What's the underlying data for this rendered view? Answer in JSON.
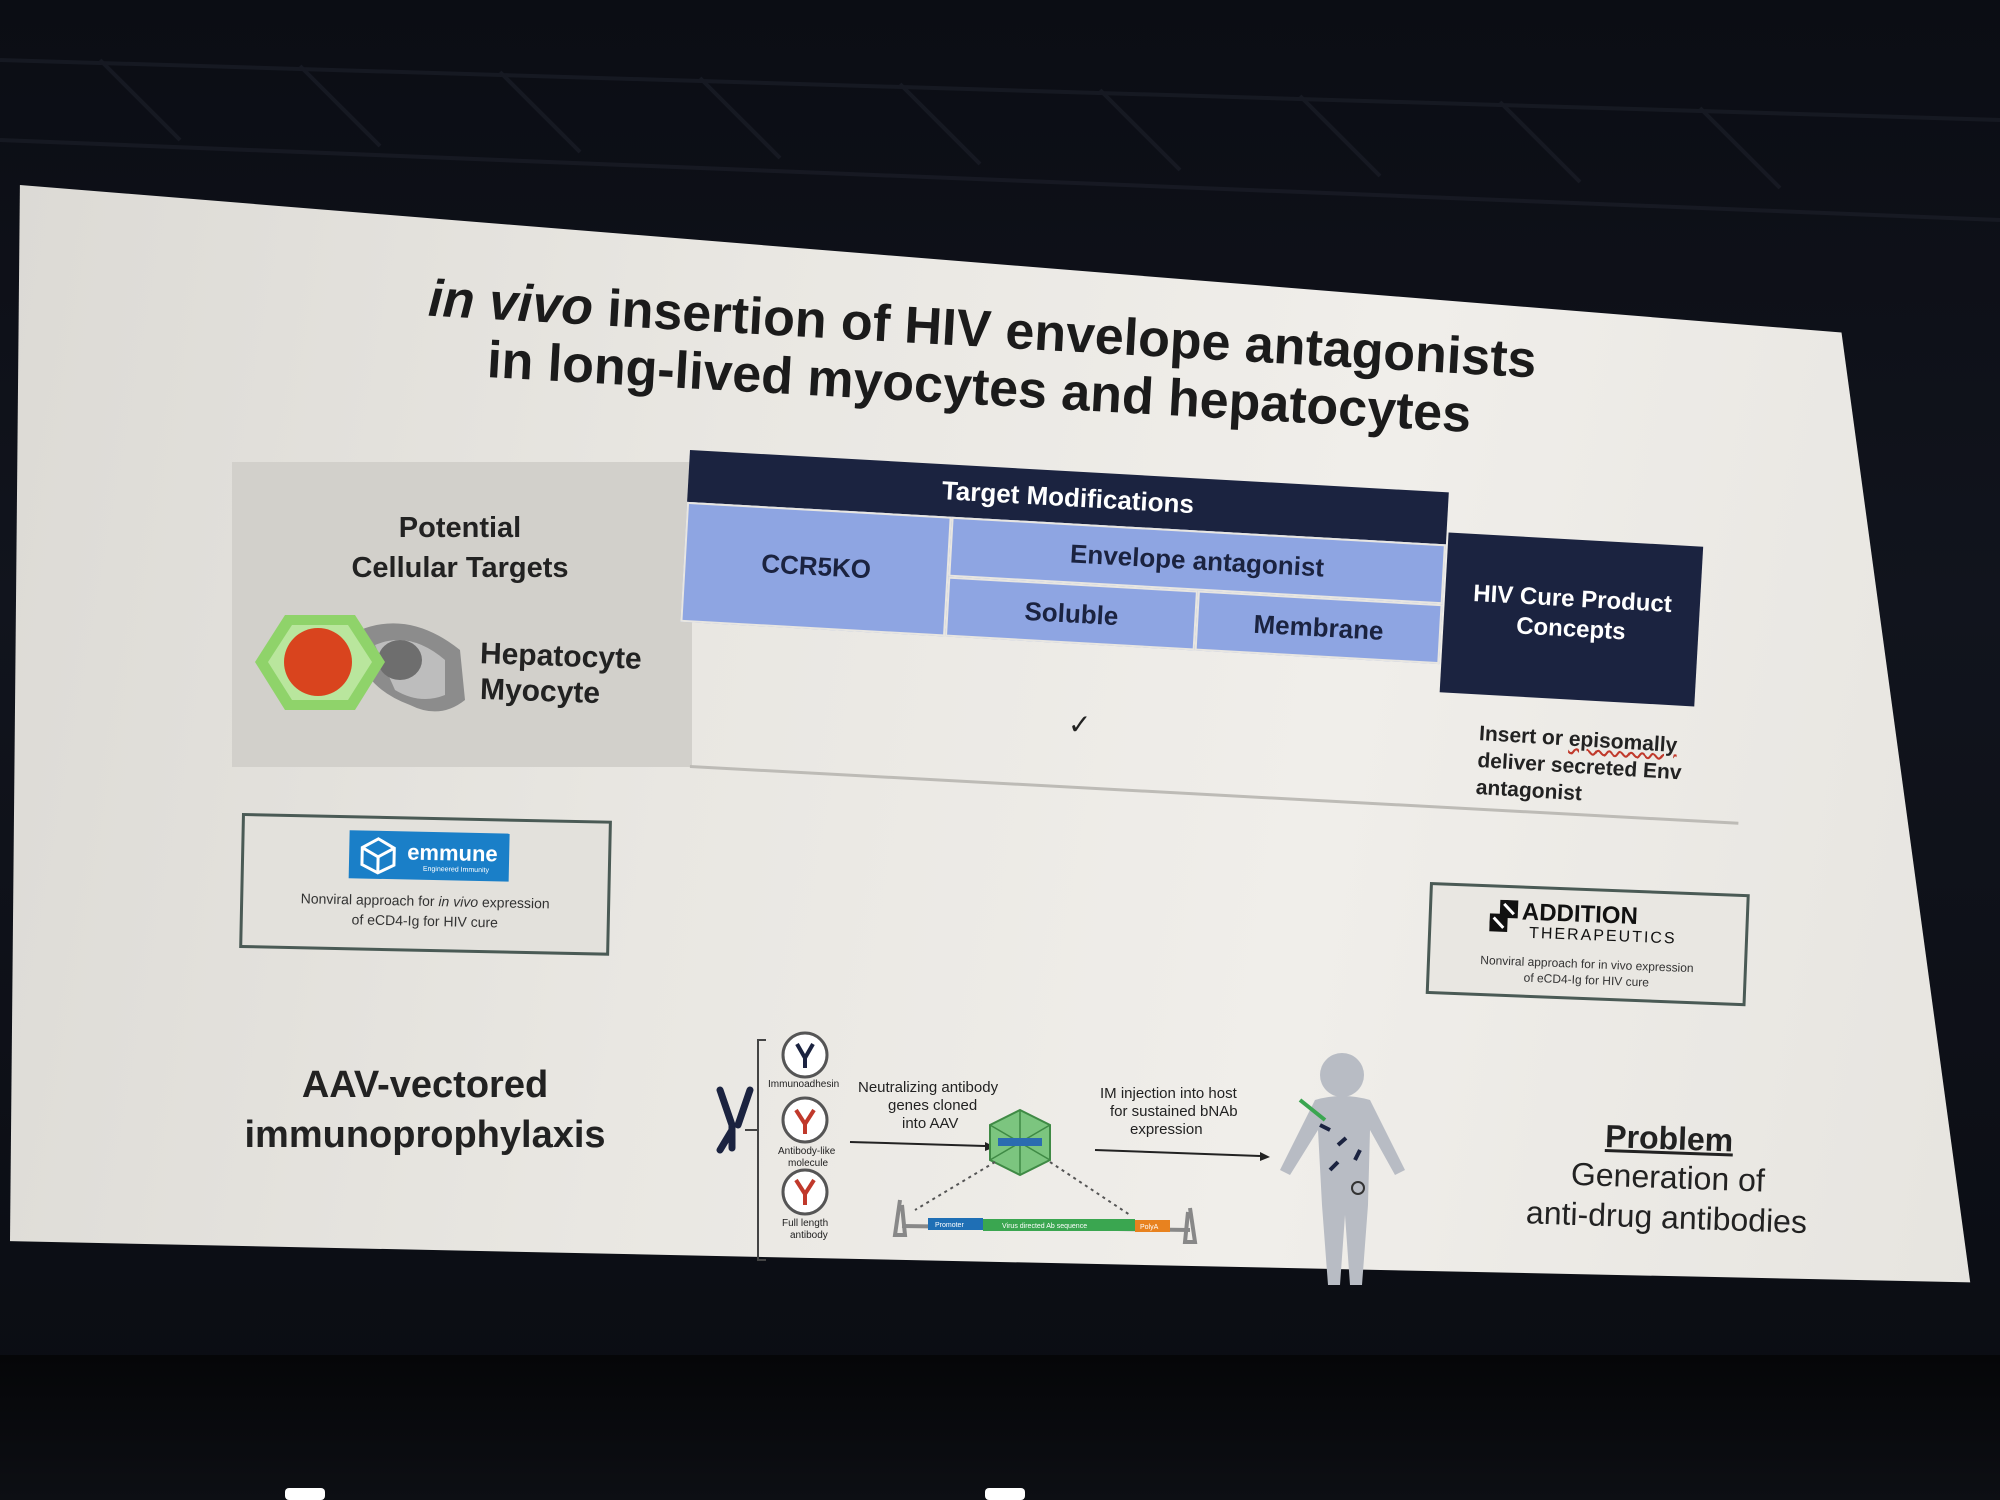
{
  "slide": {
    "title_italic": "in vivo",
    "title_rest": " insertion of HIV envelope antagonists in long-lived myocytes and hepatocytes",
    "cell_targets_heading": "Potential Cellular Targets",
    "cell_label_1": "Hepatocyte",
    "cell_label_2": "Myocyte",
    "table": {
      "target_modifications": "Target Modifications",
      "ccr5ko": "CCR5KO",
      "envelope_antagonist": "Envelope antagonist",
      "soluble": "Soluble",
      "membrane": "Membrane",
      "hiv_cure": "HIV Cure Product Concepts",
      "check": "✓",
      "insert_text_1": "Insert or ",
      "insert_text_wavy": "episomally",
      "insert_text_2": " deliver secreted Env antagonist"
    },
    "emmune": {
      "logo": "emmune",
      "logo_sub": "Engineered Immunity",
      "caption_1": "Nonviral approach for ",
      "caption_ital": "in vivo",
      "caption_2": " expression",
      "caption_3": "of eCD4-Ig for HIV cure"
    },
    "addition": {
      "name": "ADDITION",
      "sub": "THERAPEUTICS",
      "caption_1": "Nonviral approach for in vivo expression",
      "caption_2": "of eCD4-Ig for HIV cure"
    },
    "aav": {
      "title_1": "AAV-vectored",
      "title_2": "immunoprophylaxis"
    },
    "diagram": {
      "immunoadhesin": "Immunoadhesin",
      "antibody_like_1": "Antibody-like",
      "antibody_like_2": "molecule",
      "full_length_1": "Full length",
      "full_length_2": "antibody",
      "step1_1": "Neutralizing antibody",
      "step1_2": "genes cloned",
      "step1_3": "into AAV",
      "step2_1": "IM injection into host",
      "step2_2": "for sustained bNAb",
      "step2_3": "expression",
      "cassette_promoter": "Promoter",
      "cassette_seq": "Virus directed Ab sequence",
      "cassette_polya": "PolyA"
    },
    "problem": {
      "heading": "Problem",
      "text_1": "Generation of",
      "text_2": "anti-drug antibodies"
    }
  },
  "colors": {
    "navy": "#1b2340",
    "periwinkle": "#8ea5e2",
    "emmune_blue": "#1a7fc8",
    "hex_green": "#8fd36a",
    "nucleus_red": "#d9441e"
  }
}
